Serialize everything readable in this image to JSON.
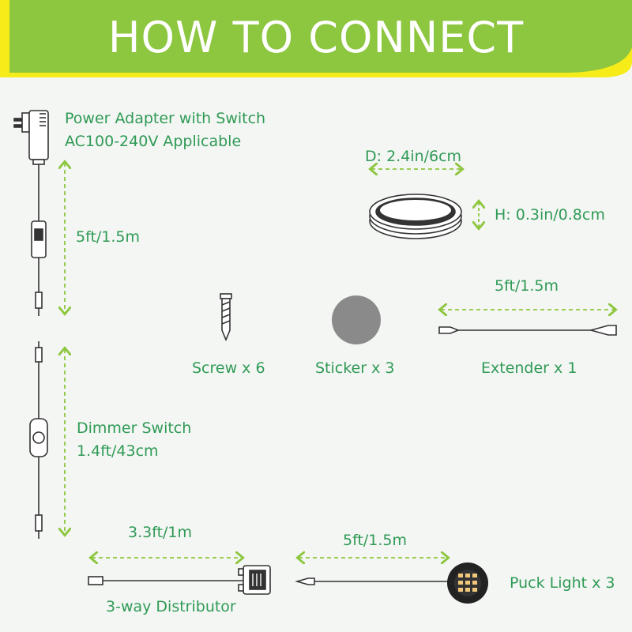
{
  "header": {
    "title": "HOW TO CONNECT"
  },
  "colors": {
    "header_green": "#8dc63f",
    "accent_yellow": "#f5ec1a",
    "label_green": "#2f9a55",
    "arrow_green": "#8dc63f",
    "line_dark": "#333333"
  },
  "components": {
    "power_adapter": {
      "name": "Power Adapter with Switch",
      "spec": "AC100-240V Applicable",
      "length": "5ft/1.5m"
    },
    "dimmer": {
      "name": "Dimmer Switch",
      "length": "1.4ft/43cm"
    },
    "distributor": {
      "name": "3-way Distributor",
      "length": "3.3ft/1m"
    },
    "puck_light": {
      "name": "Puck Light x 3",
      "length": "5ft/1.5m",
      "diameter": "D: 2.4in/6cm",
      "height": "H: 0.3in/0.8cm"
    },
    "screw": {
      "name": "Screw x 6"
    },
    "sticker": {
      "name": "Sticker x 3"
    },
    "extender": {
      "name": "Extender x 1",
      "length": "5ft/1.5m"
    }
  },
  "icons": [
    "power-plug-icon",
    "rocker-switch-icon",
    "dimmer-knob-icon",
    "screw-icon",
    "sticker-icon",
    "puck-light-icon",
    "distributor-box-icon",
    "connector-plug-icon"
  ]
}
